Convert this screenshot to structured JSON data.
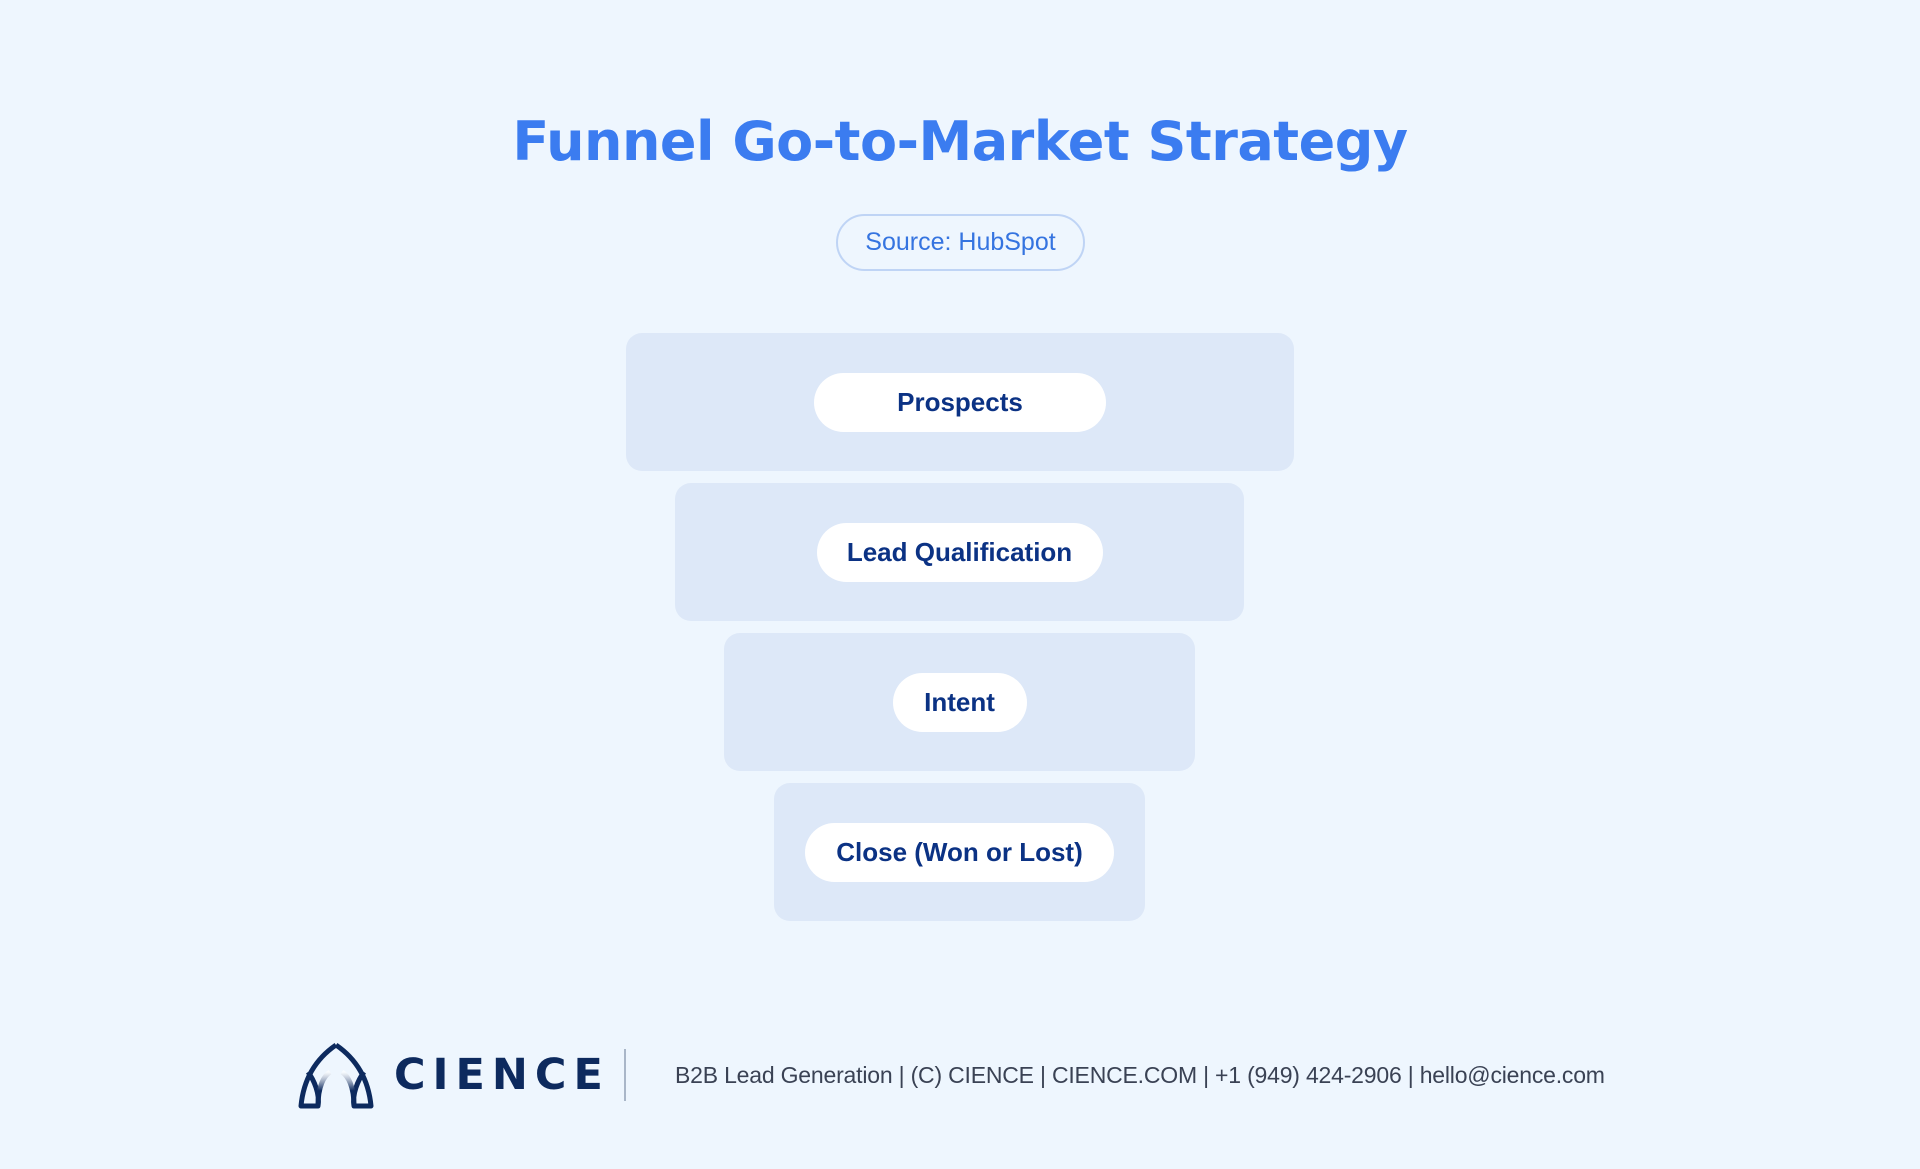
{
  "header": {
    "title": "Funnel Go-to-Market Strategy",
    "source": "Source: HubSpot"
  },
  "funnel": {
    "stages": [
      {
        "label": "Prospects"
      },
      {
        "label": "Lead Qualification"
      },
      {
        "label": "Intent"
      },
      {
        "label": "Close (Won or Lost)"
      }
    ]
  },
  "footer": {
    "brand": "CIENCE",
    "logo_icon": "cience-arch-logo-icon",
    "info": "B2B Lead Generation | (C) CIENCE | CIENCE.COM | +1 (949) 424-2906 | hello@cience.com"
  },
  "colors": {
    "background": "#EEF6FE",
    "title": "#3B7CF0",
    "stage_fill": "#DDE8F8",
    "stage_pill": "#FFFFFF",
    "stage_text": "#0B3284",
    "brand": "#0D2A5E"
  }
}
